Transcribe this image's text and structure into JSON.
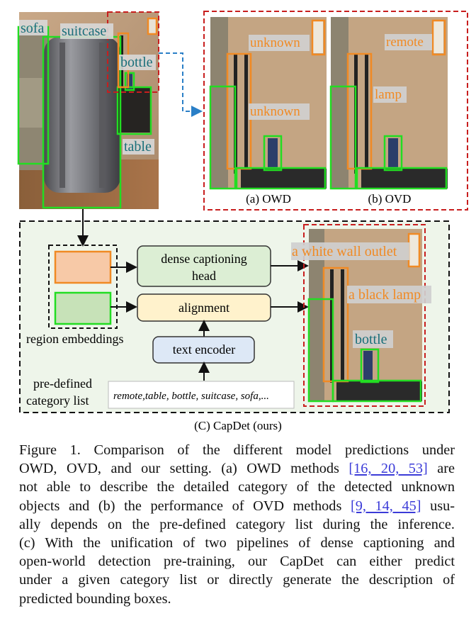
{
  "figure": {
    "photo_labels": {
      "sofa": "sofa",
      "suitcase": "suitcase",
      "bottle": "bottle",
      "table": "table"
    },
    "owd": {
      "labels": [
        "unknown",
        "unknown"
      ],
      "caption": "(a) OWD"
    },
    "ovd": {
      "labels": [
        "remote",
        "lamp"
      ],
      "caption": "(b) OVD"
    },
    "capdet": {
      "dense_captioning_head": [
        "dense captioning",
        "head"
      ],
      "alignment": "alignment",
      "text_encoder": "text encoder",
      "region_embeddings": "region embeddings",
      "category_list_label": [
        "pre-defined",
        "category list"
      ],
      "category_list": "remote,table, bottle, suitcase, sofa,...",
      "output_labels": [
        "a white wall outlet",
        "a black lamp",
        "bottle"
      ],
      "caption": "(C) CapDet (ours)"
    },
    "colors": {
      "orange": "#f08a24",
      "green": "#22dd22",
      "red_dashed": "#c81e1e",
      "teal_text": "#1a6f7a",
      "orange_text": "#f08a24",
      "blue_arrow": "#2a7fc7"
    }
  },
  "caption": {
    "lines": [
      [
        "Figure 1.  Comparison of the different model predictions under"
      ],
      [
        "OWD, OVD, and our setting.  (a) OWD methods ",
        "[16, 20, 53]",
        " are"
      ],
      [
        "not able to describe the detailed category of the detected unknown"
      ],
      [
        "objects and (b) the performance of OVD methods ",
        "[9, 14, 45]",
        " usu-"
      ],
      [
        "ally depends on the pre-defined category list during the inference."
      ],
      [
        "(c) With the unification of two pipelines of dense captioning and"
      ],
      [
        "open-world detection pre-training, our CapDet can either predict"
      ],
      [
        "under a given category list or directly generate the description of"
      ],
      [
        "predicted bounding boxes."
      ]
    ]
  }
}
